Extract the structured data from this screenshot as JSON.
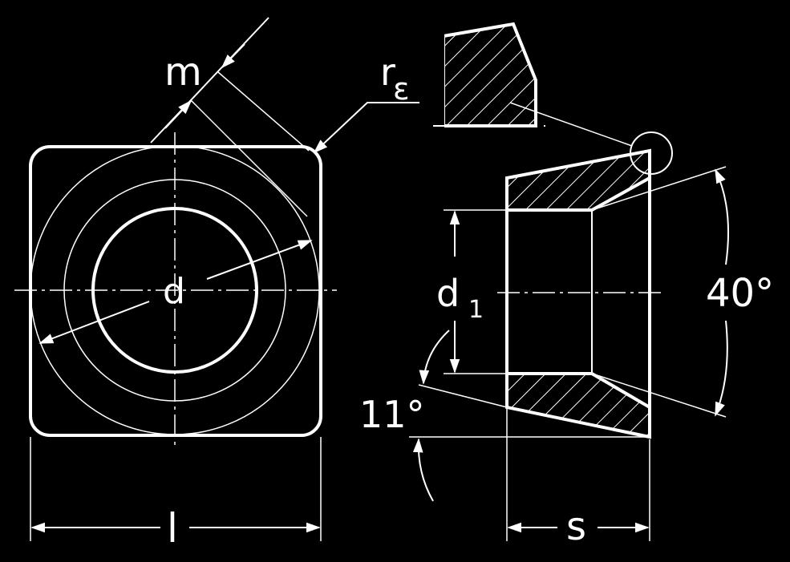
{
  "colors": {
    "background": "#000000",
    "ink": "#ffffff"
  },
  "labels": {
    "m": "m",
    "r": "r",
    "epsilon": "ε",
    "d": "d",
    "d1": "d",
    "d1_subscript": "1",
    "angle_40": "40°",
    "angle_11": "11°",
    "l": "l",
    "s": "s"
  }
}
